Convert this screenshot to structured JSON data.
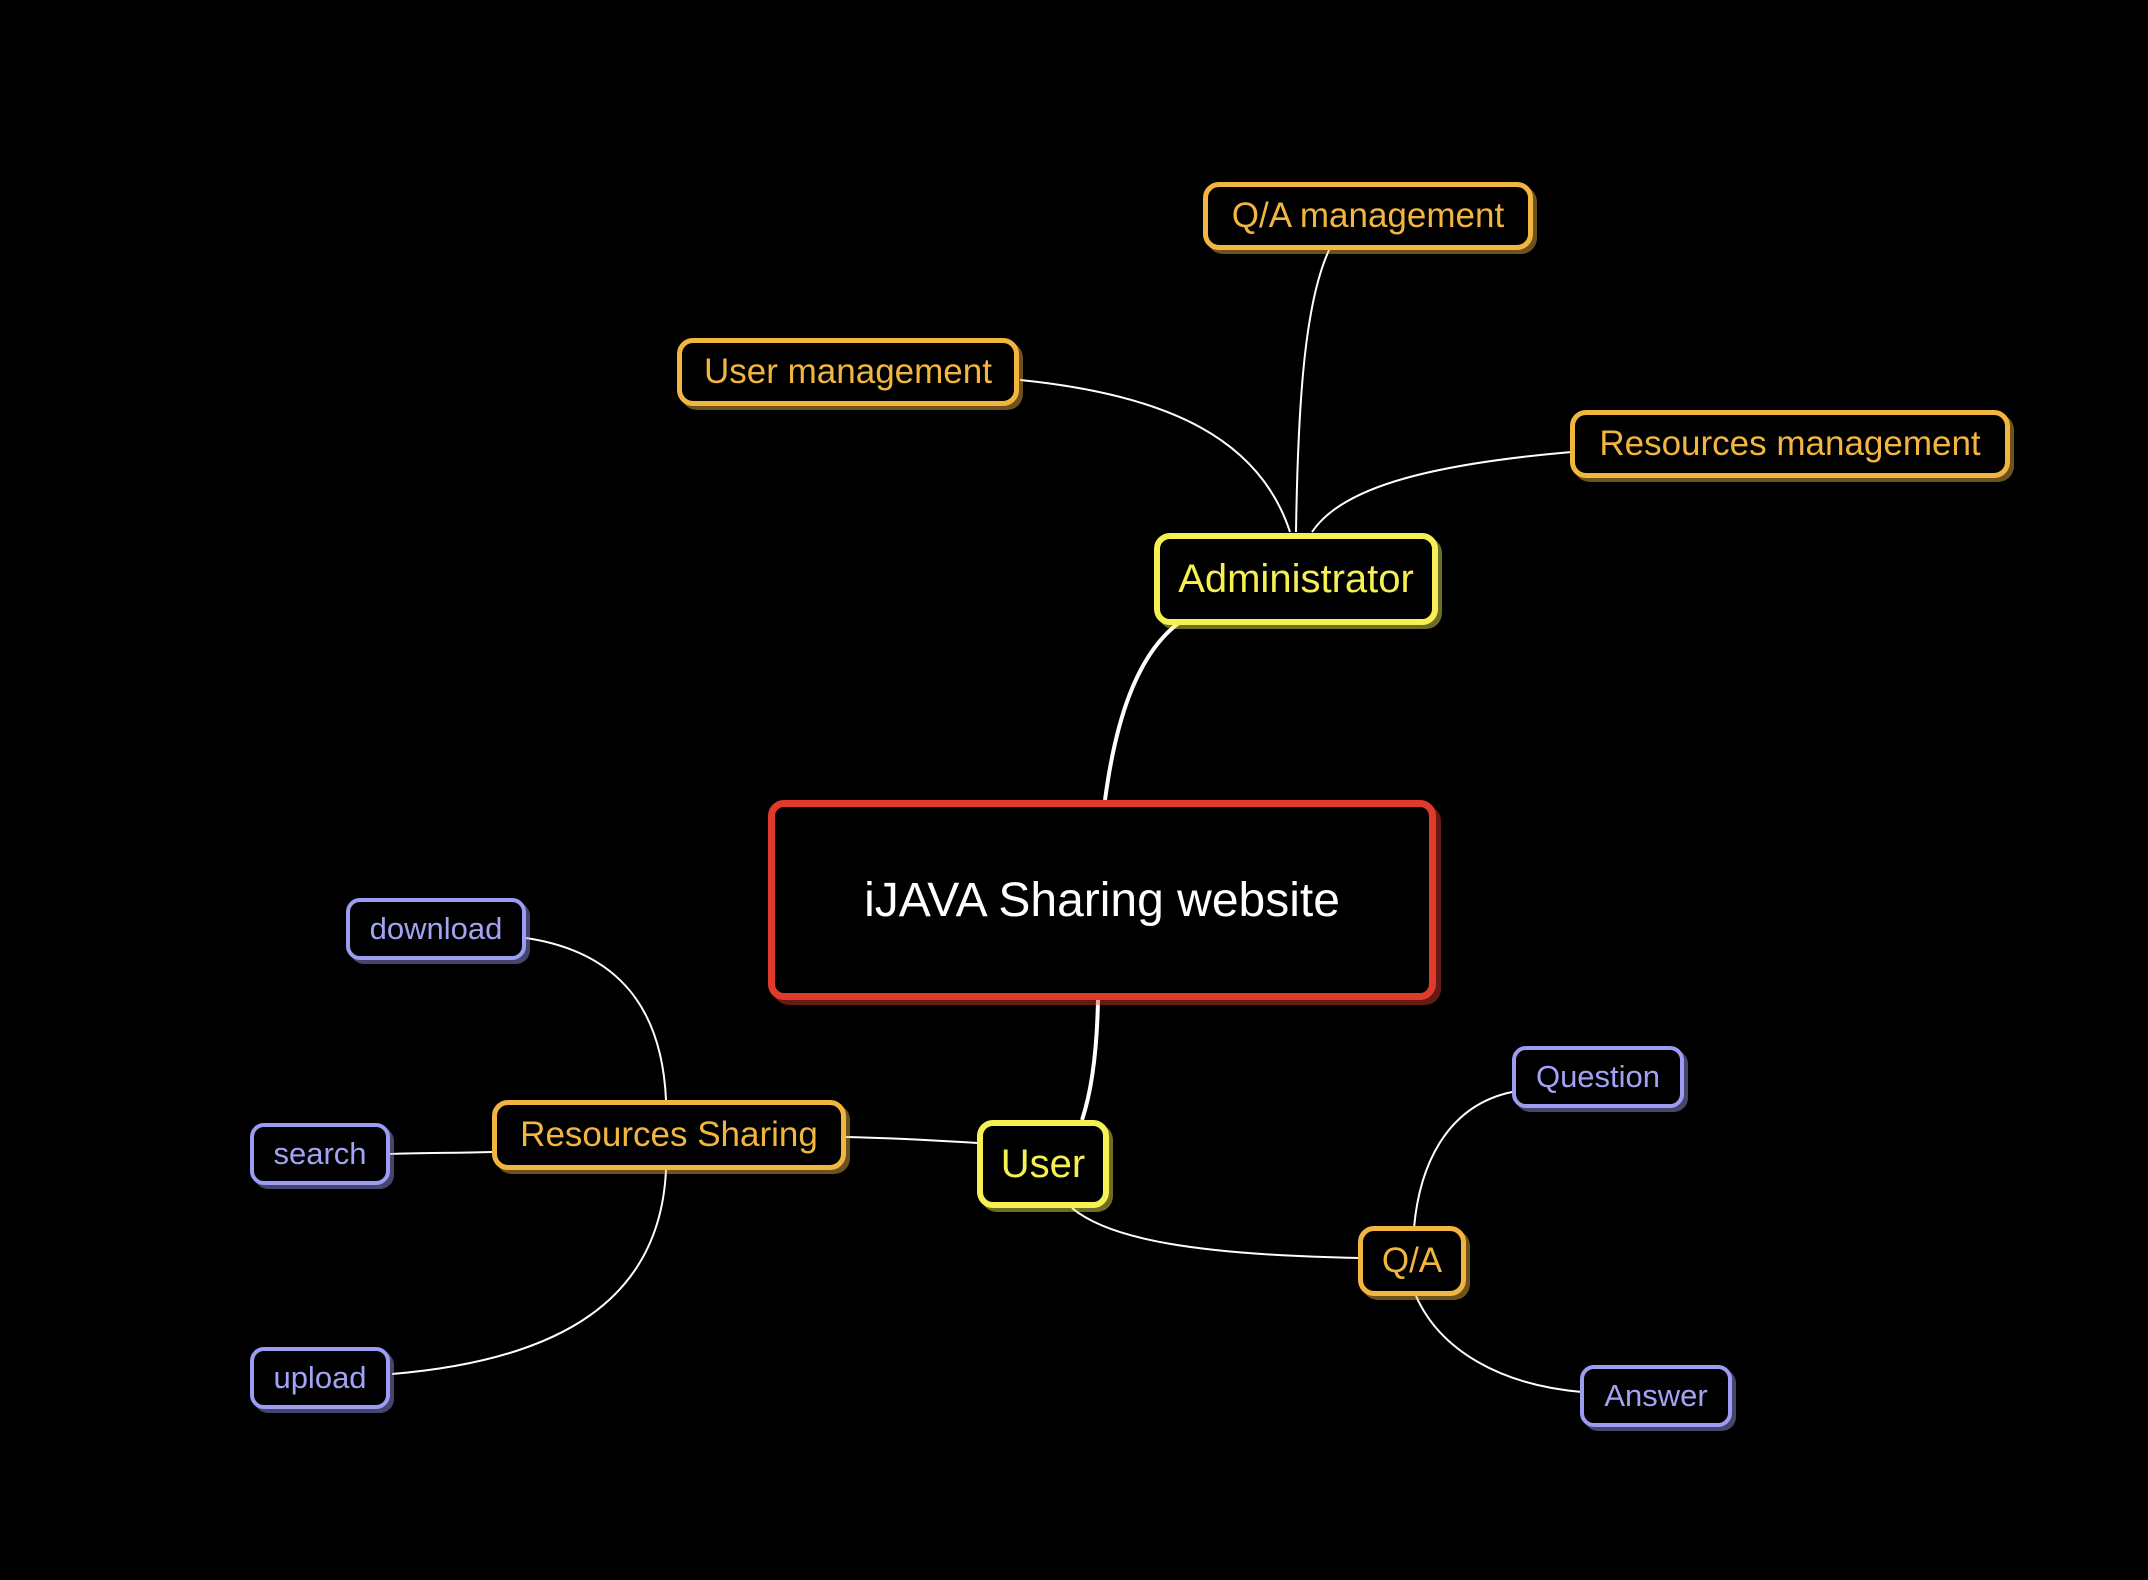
{
  "diagram": {
    "root": {
      "label": "iJAVA Sharing website"
    },
    "administrator": {
      "label": "Administrator",
      "children": {
        "user_management": "User management",
        "qa_management": "Q/A management",
        "resources_management": "Resources management"
      }
    },
    "user": {
      "label": "User",
      "resources_sharing": {
        "label": "Resources Sharing",
        "children": {
          "download": "download",
          "search": "search",
          "upload": "upload"
        }
      },
      "qa": {
        "label": "Q/A",
        "children": {
          "question": "Question",
          "answer": "Answer"
        }
      }
    }
  },
  "colors": {
    "background": "#000000",
    "root_border": "#e03a2d",
    "root_text": "#ffffff",
    "main_border": "#f6f053",
    "sub_border": "#f2b640",
    "leaf_border": "#9c9cf2",
    "connector": "#ffffff"
  }
}
